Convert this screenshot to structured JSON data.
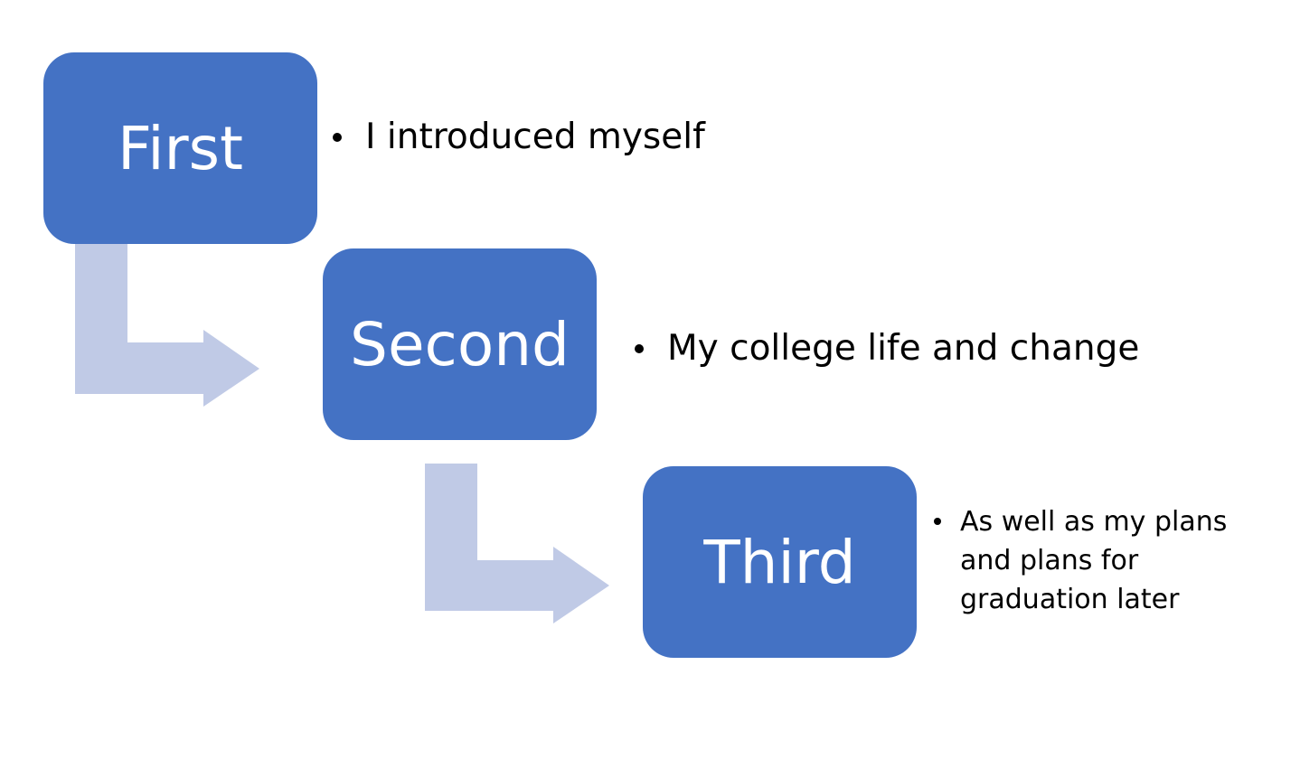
{
  "theme": {
    "box_color": "#4472C4",
    "arrow_color": "#C0CAE6",
    "box_text_color": "#FFFFFF",
    "text_color": "#000000"
  },
  "steps": [
    {
      "label": "First",
      "description": "I introduced myself"
    },
    {
      "label": "Second",
      "description": "My college life and change"
    },
    {
      "label": "Third",
      "description": "As well as my plans and plans for graduation later"
    }
  ]
}
